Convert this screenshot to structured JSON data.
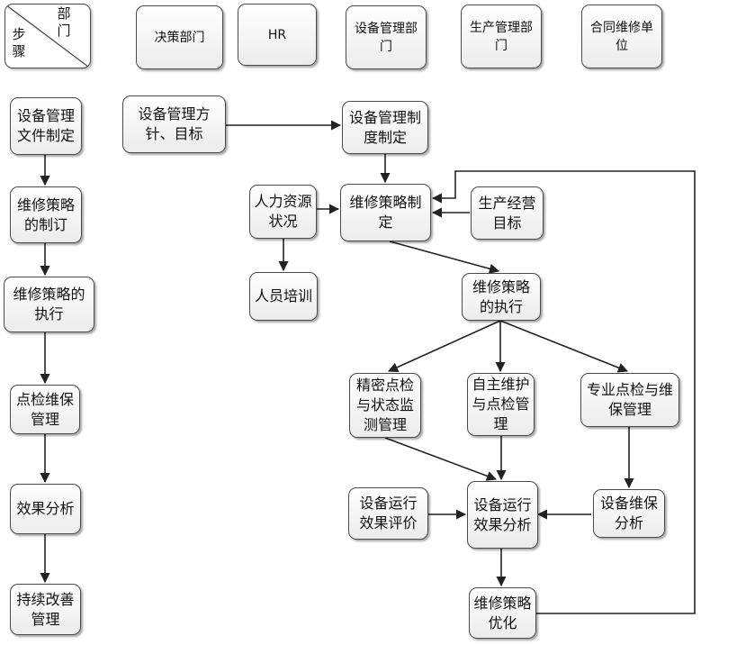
{
  "header_corner": {
    "col_label": "部门",
    "row_label": "步骤"
  },
  "departments": [
    "决策部门",
    "HR",
    "设备管理部门",
    "生产管理部门",
    "合同维修单位"
  ],
  "steps": [
    "设备管理文件制定",
    "维修策略的制订",
    "维修策略的执行",
    "点检维保管理",
    "效果分析",
    "持续改善管理"
  ],
  "flow": {
    "policy": "设备管理方针、目标",
    "system": "设备管理制度制定",
    "hr_status": "人力资源状况",
    "strategy": "维修策略制定",
    "prod_goal": "生产经营目标",
    "training": "人员培训",
    "execute": "维修策略的执行",
    "precision": "精密点检与状态监测管理",
    "autonomous": "自主维护与点检管理",
    "professional": "专业点检与维保管理",
    "evaluation": "设备运行效果评价",
    "analysis_eff": "设备运行效果分析",
    "analysis_maint": "设备维保分析",
    "optimize": "维修策略优化"
  }
}
